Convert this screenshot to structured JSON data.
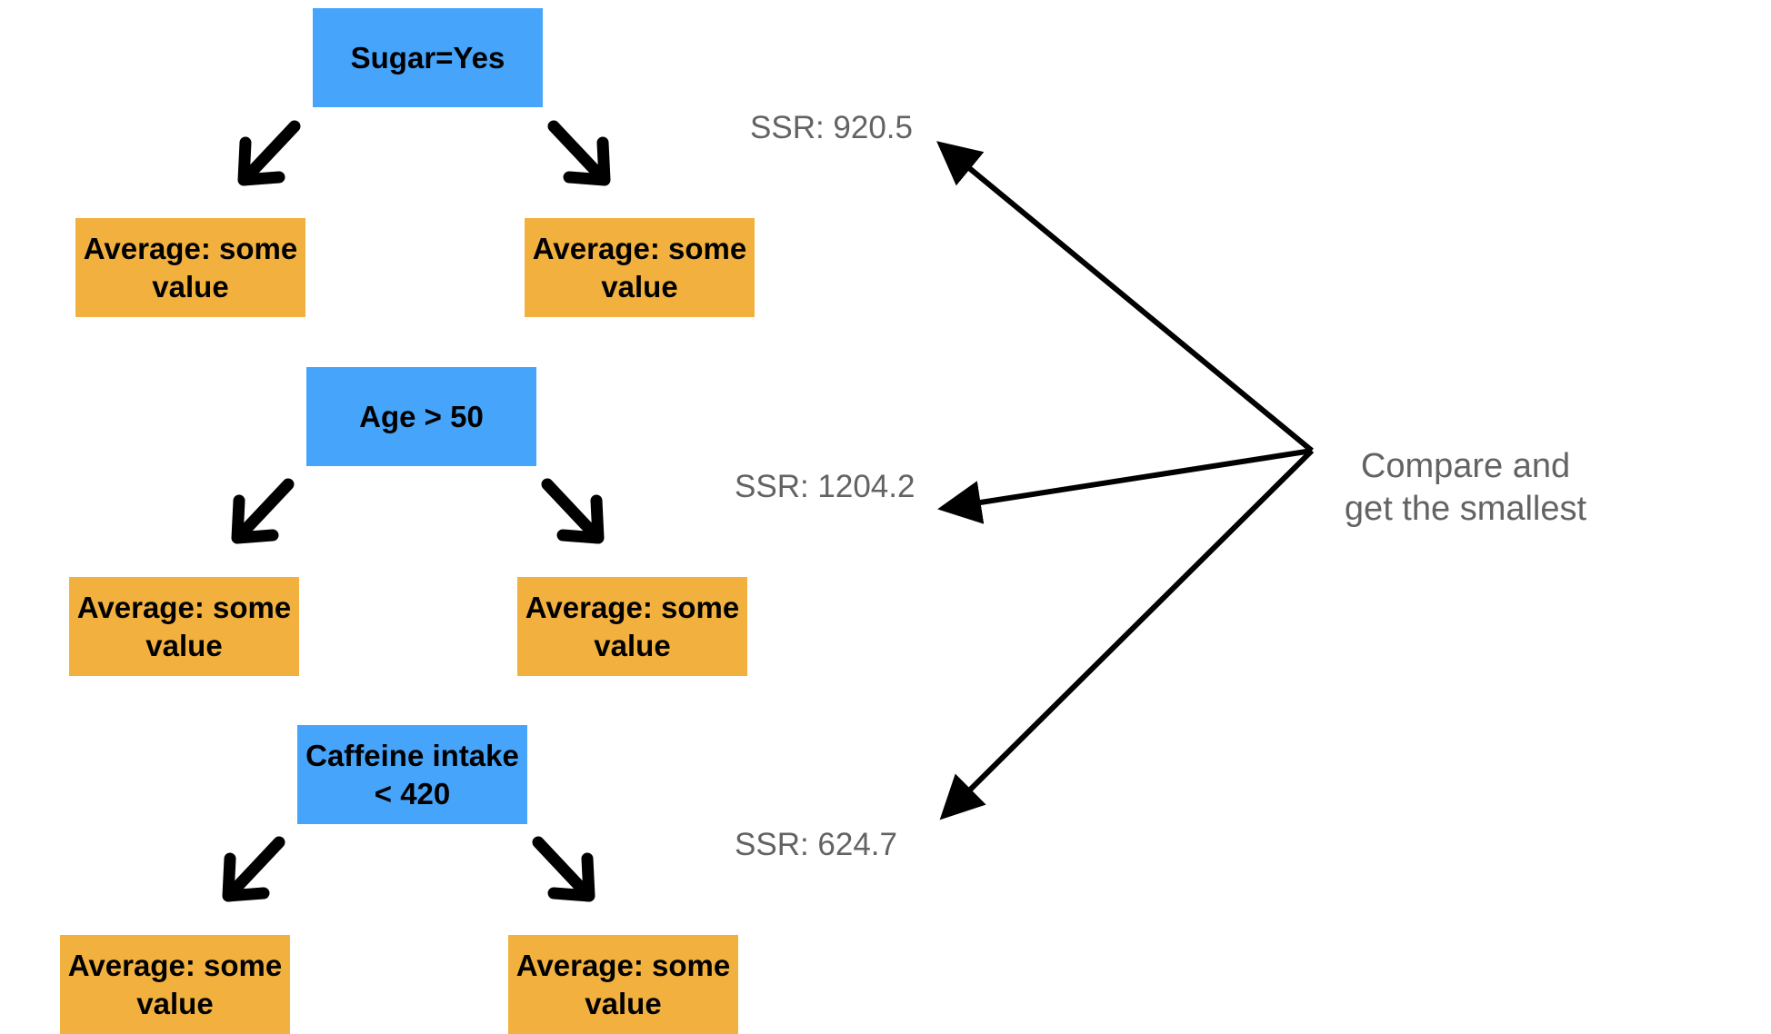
{
  "colors": {
    "split_box": "#46a4fb",
    "leaf_box": "#f2b13f",
    "gray_text": "#636363",
    "arrow": "#000000"
  },
  "trees": [
    {
      "split_label": "Sugar=Yes",
      "left_leaf": "Average: some value",
      "right_leaf": "Average: some value",
      "ssr": "SSR: 920.5"
    },
    {
      "split_label": "Age > 50",
      "left_leaf": "Average: some value",
      "right_leaf": "Average: some value",
      "ssr": "SSR: 1204.2"
    },
    {
      "split_label": "Caffeine intake < 420",
      "left_leaf": "Average: some value",
      "right_leaf": "Average: some value",
      "ssr": "SSR: 624.7"
    }
  ],
  "compare_note": {
    "line1": "Compare and",
    "line2": "get the smallest"
  }
}
